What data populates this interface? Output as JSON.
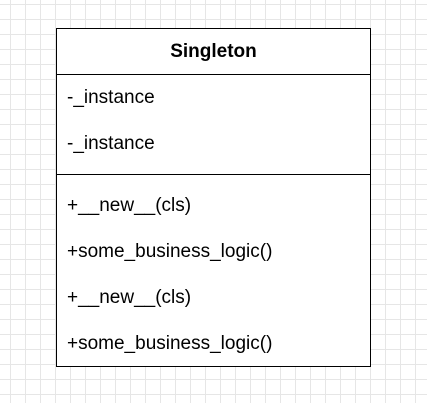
{
  "diagram": {
    "class_name": "Singleton",
    "attributes": [
      "-_instance",
      "-_instance"
    ],
    "methods": [
      "+__new__(cls)",
      "+some_business_logic()",
      "+__new__(cls)",
      "+some_business_logic()"
    ]
  }
}
